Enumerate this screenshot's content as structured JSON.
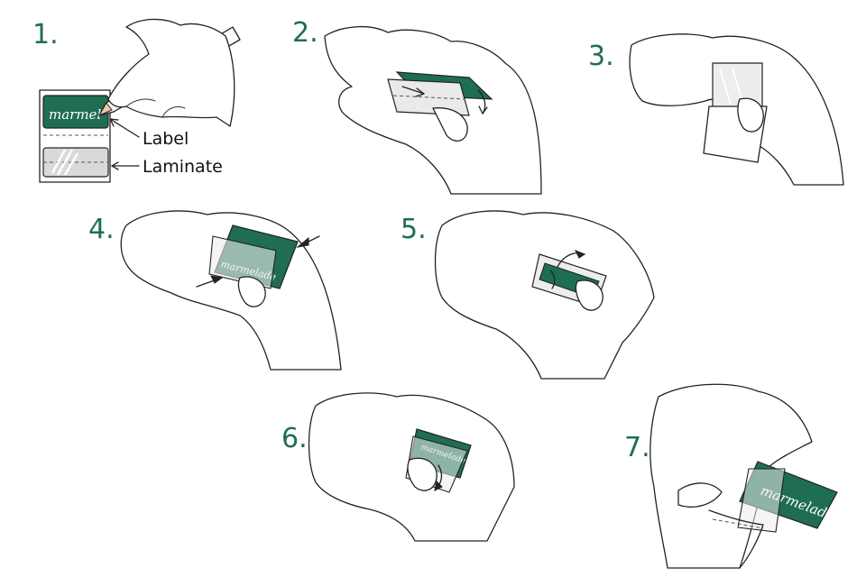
{
  "colors": {
    "label_green": "#1f6e52",
    "laminate_gray": "#d9d9d9",
    "ink": "#222222"
  },
  "steps": [
    {
      "number": "1."
    },
    {
      "number": "2."
    },
    {
      "number": "3."
    },
    {
      "number": "4."
    },
    {
      "number": "5."
    },
    {
      "number": "6."
    },
    {
      "number": "7."
    }
  ],
  "callouts": {
    "label": "Label",
    "laminate": "Laminate"
  },
  "handwriting": {
    "step1": "marmel",
    "step4": "marmelade",
    "step6": "marmelade",
    "step7": "marmelade"
  }
}
